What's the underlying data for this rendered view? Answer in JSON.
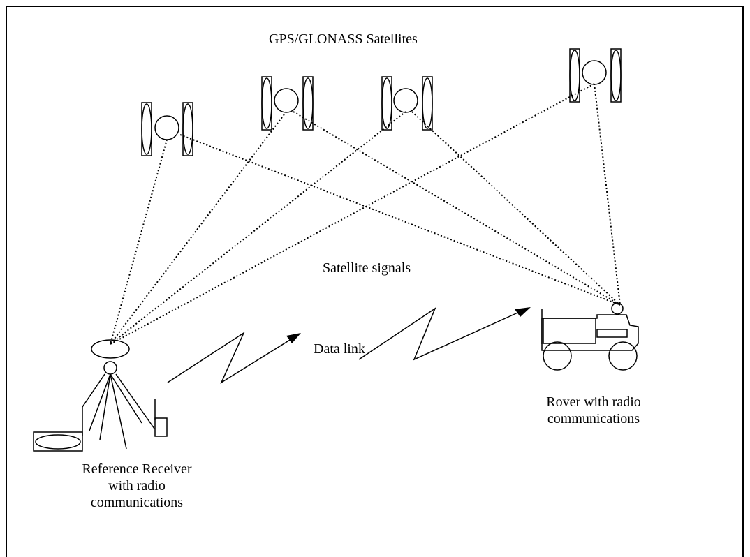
{
  "diagram": {
    "title": "GPS/GLONASS Satellites",
    "signals_label": "Satellite signals",
    "data_link_label": "Data link",
    "rover_label": [
      "Rover with radio",
      "communications"
    ],
    "reference_label": [
      "Reference Receiver",
      "with radio",
      "communications"
    ],
    "colors": {
      "line": "#000000",
      "background": "#ffffff"
    },
    "icons": [
      "satellite-icon",
      "tripod-receiver-icon",
      "rover-vehicle-icon",
      "radio-icon",
      "radio-zigzag-icon"
    ]
  }
}
